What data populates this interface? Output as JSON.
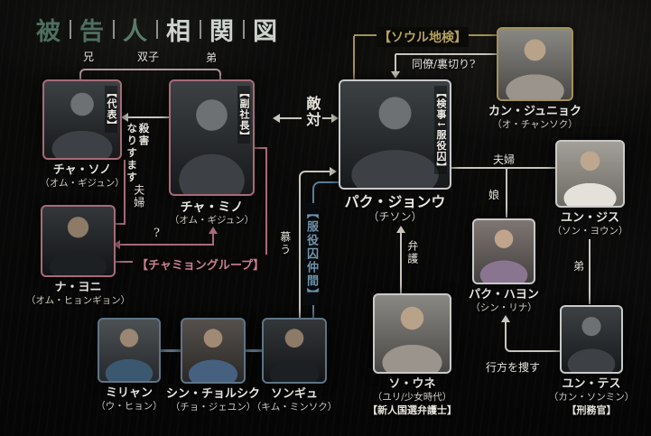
{
  "title": {
    "chars": [
      "被",
      "告",
      "人",
      "相",
      "関",
      "図"
    ],
    "accent_color": "#4e6e5e",
    "rest_color": "#cdd2cc"
  },
  "groups": {
    "seoul_district_office": "【ソウル地検】",
    "chamyeong_group": "【チャミョングループ】",
    "prison_mates": "【服役囚仲間】"
  },
  "characters": [
    {
      "id": "cha-seono",
      "name": "チャ・ソノ",
      "actor": "（オム・ギジュン）",
      "role": "【代表】"
    },
    {
      "id": "cha-mino",
      "name": "チャ・ミノ",
      "actor": "（オム・ギジュン）",
      "role": "【副社長】"
    },
    {
      "id": "park-jungwoo",
      "name": "パク・ジョンウ",
      "actor": "（チソン）",
      "role": "【検事↓服役囚】"
    },
    {
      "id": "kang-junhyuk",
      "name": "カン・ジュニョク",
      "actor": "（オ・チャンソク）"
    },
    {
      "id": "na-yeonhee",
      "name": "ナ・ヨニ",
      "actor": "（オム・ヒョンギョン）"
    },
    {
      "id": "yoon-jisoo",
      "name": "ユン・ジス",
      "actor": "（ソン・ヨウン）"
    },
    {
      "id": "park-hayeon",
      "name": "パク・ハヨン",
      "actor": "（シン・リナ）"
    },
    {
      "id": "seo-eunhye",
      "name": "ソ・ウネ",
      "actor": "（ユリ/少女時代）",
      "role": "【新人国選弁護士】"
    },
    {
      "id": "yoon-taesoo",
      "name": "ユン・テス",
      "actor": "（カン・ソンミン）",
      "role": "【刑務官】"
    },
    {
      "id": "miryang",
      "name": "ミリャン",
      "actor": "（ウ・ヒョン）"
    },
    {
      "id": "shin-cheolsik",
      "name": "シン・チョルシク",
      "actor": "（チョ・ジェユン）"
    },
    {
      "id": "seonggyu",
      "name": "ソンギュ",
      "actor": "（キム・ミンソク）"
    }
  ],
  "relations": {
    "older_brother": "兄",
    "twins": "双子",
    "younger_brother": "弟",
    "murder_line1": "殺害",
    "murder_line2": "なりすます",
    "couple_left": "夫婦",
    "question": "?",
    "hostility": "敵対",
    "admire": "慕う",
    "colleague_betrayal": "同僚/裏切り?",
    "defense": "弁護",
    "couple_right": "夫婦",
    "daughter": "娘",
    "younger_brother_right": "弟",
    "search_whereabouts": "行方を捜す"
  },
  "colors": {
    "pink": "#a86a78",
    "pink_text": "#c9808f",
    "gold": "#a39155",
    "gold_text": "#b5a25f",
    "blue": "#577e9b",
    "blue_text": "#6f94ad",
    "line": "#c9c4bc"
  }
}
